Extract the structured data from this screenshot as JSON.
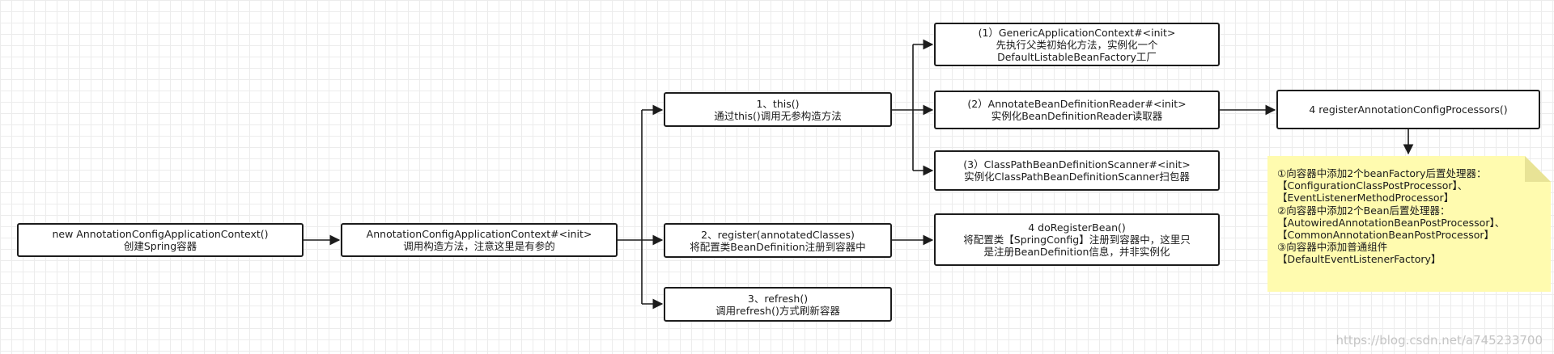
{
  "nodes": {
    "new_ctx": {
      "lines": [
        "new AnnotationConfigApplicationContext()",
        "创建Spring容器"
      ]
    },
    "ctor": {
      "lines": [
        "AnnotationConfigApplicationContext#<init>",
        "调用构造方法，注意这里是有参的"
      ]
    },
    "this_call": {
      "lines": [
        "1、this()",
        "通过this()调用无参构造方法"
      ]
    },
    "register": {
      "lines": [
        "2、register(annotatedClasses)",
        "将配置类BeanDefinition注册到容器中"
      ]
    },
    "refresh": {
      "lines": [
        "3、refresh()",
        "调用refresh()方式刷新容器"
      ]
    },
    "generic": {
      "lines": [
        "(1）GenericApplicationContext#<init>",
        "先执行父类初始化方法，实例化一个",
        "DefaultListableBeanFactory工厂"
      ]
    },
    "reader": {
      "lines": [
        "(2）AnnotateBeanDefinitionReader#<init>",
        "实例化BeanDefinitionReader读取器"
      ]
    },
    "scanner": {
      "lines": [
        "(3）ClassPathBeanDefinitionScanner#<init>",
        "实例化ClassPathBeanDefinitionScanner扫包器"
      ]
    },
    "do_register": {
      "lines": [
        "4 doRegisterBean()",
        "将配置类【SpringConfig】注册到容器中，这里只",
        "是注册BeanDefinition信息，并非实例化"
      ]
    },
    "register_processors": {
      "lines": [
        "4 registerAnnotationConfigProcessors()"
      ]
    }
  },
  "note": {
    "lines": [
      "①向容器中添加2个beanFactory后置处理器：",
      "【ConfigurationClassPostProcessor】、",
      "【EventListenerMethodProcessor】",
      "②向容器中添加2个Bean后置处理器：",
      "【AutowiredAnnotationBeanPostProcessor】、",
      "【CommonAnnotationBeanPostProcessor】",
      "③向容器中添加普通组件",
      "【DefaultEventListenerFactory】"
    ],
    "color": "#fffbaf"
  },
  "watermark": "https://blog.csdn.net/a745233700",
  "colors": {
    "stroke": "#1c1c1c",
    "grid": "#ececec",
    "note": "#fffbaf"
  }
}
